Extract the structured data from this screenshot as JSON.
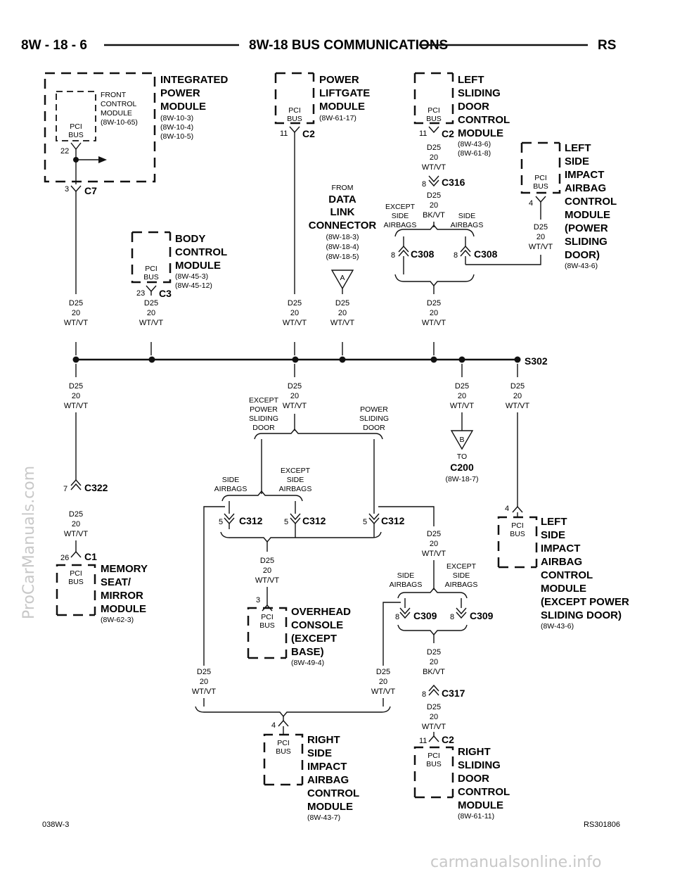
{
  "header": {
    "left": "8W - 18 - 6",
    "title": "8W-18 BUS COMMUNICATIONS",
    "right": "RS"
  },
  "footer": {
    "left": "038W-3",
    "right": "RS301806"
  },
  "watermarks": {
    "side": "ProCarManuals.com",
    "bottom": "carmanualsonline.info"
  },
  "wire": {
    "circuit": "D25",
    "gauge": "20",
    "color": "WT/VT",
    "color_alt": "BK/VT"
  },
  "pci_bus": [
    "PCI",
    "BUS"
  ],
  "modules": {
    "ipm": {
      "lines": [
        "INTEGRATED",
        "POWER",
        "MODULE"
      ],
      "refs": [
        "(8W-10-3)",
        "(8W-10-4)",
        "(8W-10-5)"
      ]
    },
    "fcm": {
      "lines": [
        "FRONT",
        "CONTROL",
        "MODULE"
      ],
      "refs": [
        "(8W-10-65)"
      ]
    },
    "plm": {
      "lines": [
        "POWER",
        "LIFTGATE",
        "MODULE"
      ],
      "refs": [
        "(8W-61-17)"
      ]
    },
    "lsdcm": {
      "lines": [
        "LEFT",
        "SLIDING",
        "DOOR",
        "CONTROL",
        "MODULE"
      ],
      "refs": [
        "(8W-43-6)",
        "(8W-61-8)"
      ]
    },
    "lsiacm_psd": {
      "lines": [
        "LEFT",
        "SIDE",
        "IMPACT",
        "AIRBAG",
        "CONTROL",
        "MODULE",
        "(POWER",
        "SLIDING",
        "DOOR)"
      ],
      "refs": [
        "(8W-43-6)"
      ]
    },
    "bcm": {
      "lines": [
        "BODY",
        "CONTROL",
        "MODULE"
      ],
      "refs": [
        "(8W-45-3)",
        "(8W-45-12)"
      ]
    },
    "dlc": {
      "from": "FROM",
      "lines": [
        "DATA",
        "LINK",
        "CONNECTOR"
      ],
      "refs": [
        "(8W-18-3)",
        "(8W-18-4)",
        "(8W-18-5)"
      ]
    },
    "memory": {
      "lines": [
        "MEMORY",
        "SEAT/",
        "MIRROR",
        "MODULE"
      ],
      "refs": [
        "(8W-62-3)"
      ]
    },
    "overhead": {
      "lines": [
        "OVERHEAD",
        "CONSOLE",
        "(EXCEPT",
        "BASE)"
      ],
      "refs": [
        "(8W-49-4)"
      ]
    },
    "rsiacm": {
      "lines": [
        "RIGHT",
        "SIDE",
        "IMPACT",
        "AIRBAG",
        "CONTROL",
        "MODULE"
      ],
      "refs": [
        "(8W-43-7)"
      ]
    },
    "rsdcm": {
      "lines": [
        "RIGHT",
        "SLIDING",
        "DOOR",
        "CONTROL",
        "MODULE"
      ],
      "refs": [
        "(8W-61-11)"
      ]
    },
    "lsiacm_except": {
      "lines": [
        "LEFT",
        "SIDE",
        "IMPACT",
        "AIRBAG",
        "CONTROL",
        "MODULE",
        "(EXCEPT POWER",
        "SLIDING DOOR)"
      ],
      "refs": [
        "(8W-43-6)"
      ]
    }
  },
  "connectors": {
    "c7": "C7",
    "c2": "C2",
    "c3": "C3",
    "c316": "C316",
    "c308": "C308",
    "s302": "S302",
    "c322": "C322",
    "c1": "C1",
    "c312": "C312",
    "c309": "C309",
    "c317": "C317",
    "c200": "C200"
  },
  "pins": {
    "p22": "22",
    "p3": "3",
    "p11": "11",
    "p8": "8",
    "p4": "4",
    "p23": "23",
    "p7": "7",
    "p26": "26",
    "p5": "5"
  },
  "options": {
    "except_side_airbags": [
      "EXCEPT",
      "SIDE",
      "AIRBAGS"
    ],
    "side_airbags": [
      "SIDE",
      "AIRBAGS"
    ],
    "except_power_sliding_door": [
      "EXCEPT",
      "POWER",
      "SLIDING",
      "DOOR"
    ],
    "power_sliding_door": [
      "POWER",
      "SLIDING",
      "DOOR"
    ]
  },
  "refs": {
    "a": "A",
    "b": "B",
    "to": "TO",
    "c200_ref": "(8W-18-7)"
  }
}
